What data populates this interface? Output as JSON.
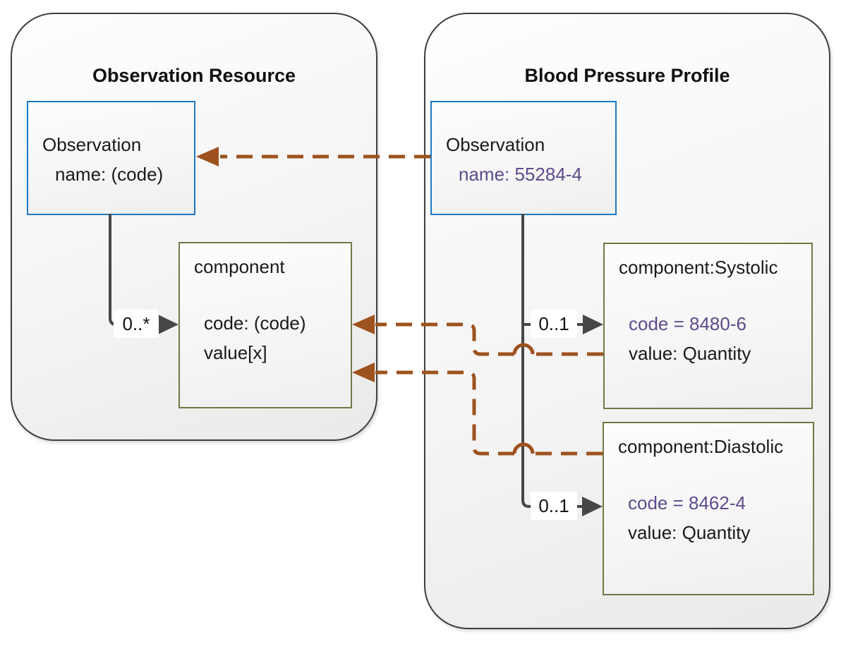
{
  "left": {
    "title": "Observation Resource",
    "observation": {
      "name": "Observation",
      "attr": "name: (code)"
    },
    "component": {
      "name": "component",
      "attr1": "code: (code)",
      "attr2": "value[x]"
    },
    "multiplicity": "0..*"
  },
  "right": {
    "title": "Blood Pressure Profile",
    "observation": {
      "name": "Observation",
      "attr": "name: 55284-4"
    },
    "systolic": {
      "name": "component:Systolic",
      "attr1": "code = 8480-6",
      "attr2": "value: Quantity"
    },
    "diastolic": {
      "name": "component:Diastolic",
      "attr1": "code = 8462-4",
      "attr2": "value: Quantity"
    },
    "systolic_multiplicity": "0..1",
    "diastolic_multiplicity": "0..1"
  },
  "colors": {
    "container_border": "#3f3f3f",
    "observation_box_border": "#1f78c1",
    "component_box_border": "#6e7a45",
    "structure_line": "#474747",
    "mapping_arrow": "#9e521e",
    "fixed_value_text": "#5e4b8b"
  }
}
